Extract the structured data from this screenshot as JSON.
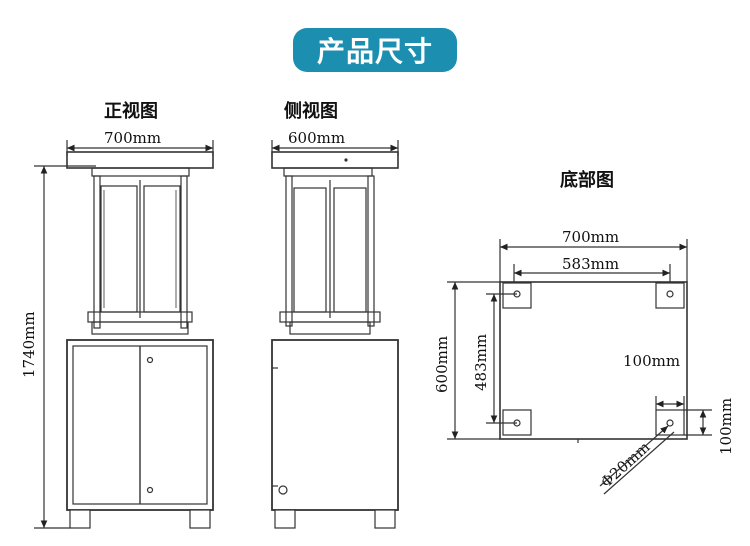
{
  "title": "产品尺寸",
  "views": {
    "front": {
      "title": "正视图",
      "width_label": "700mm",
      "height_label": "1740mm"
    },
    "side": {
      "title": "侧视图",
      "width_label": "600mm"
    },
    "bottom": {
      "title": "底部图",
      "outer_width_label": "700mm",
      "hole_spacing_x_label": "583mm",
      "depth_label": "600mm",
      "hole_spacing_y_label": "483mm",
      "foot_width_label": "100mm",
      "foot_height_label": "100mm",
      "hole_diameter_label": "Φ20mm"
    }
  }
}
